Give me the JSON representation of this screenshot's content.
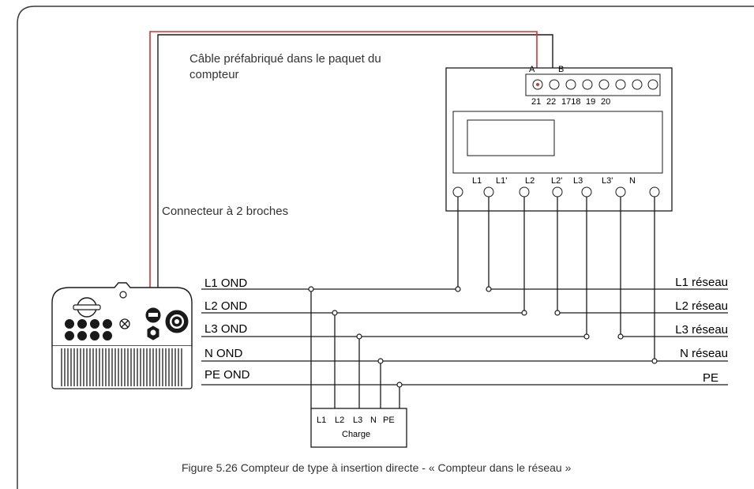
{
  "cable_label_line1": "Câble préfabriqué dans le paquet du",
  "cable_label_line2": "compteur",
  "connector_label": "Connecteur à 2 broches",
  "meter": {
    "top_terminal_letters": {
      "a": "A",
      "b": "B"
    },
    "top_terminal_numbers": [
      "21",
      "22",
      "1718",
      "19",
      "20"
    ],
    "bottom_terminals": [
      "L1",
      "L1'",
      "L2",
      "L2'",
      "L3",
      "L3'",
      "N"
    ]
  },
  "inverter_lines": [
    "L1 OND",
    "L2 OND",
    "L3 OND",
    "N OND",
    "PE OND"
  ],
  "grid_lines": [
    "L1 réseau",
    "L2 réseau",
    "L3 réseau",
    "N réseau",
    "PE"
  ],
  "load": {
    "terminals": [
      "L1",
      "L2",
      "L3",
      "N",
      "PE"
    ],
    "label": "Charge"
  },
  "caption": "Figure 5.26 Compteur de type à insertion directe - « Compteur dans le réseau »",
  "colors": {
    "line": "#1a1a1a",
    "comm_cable": "#d9322e",
    "frame": "#3a3a3a",
    "text": "#333333"
  }
}
